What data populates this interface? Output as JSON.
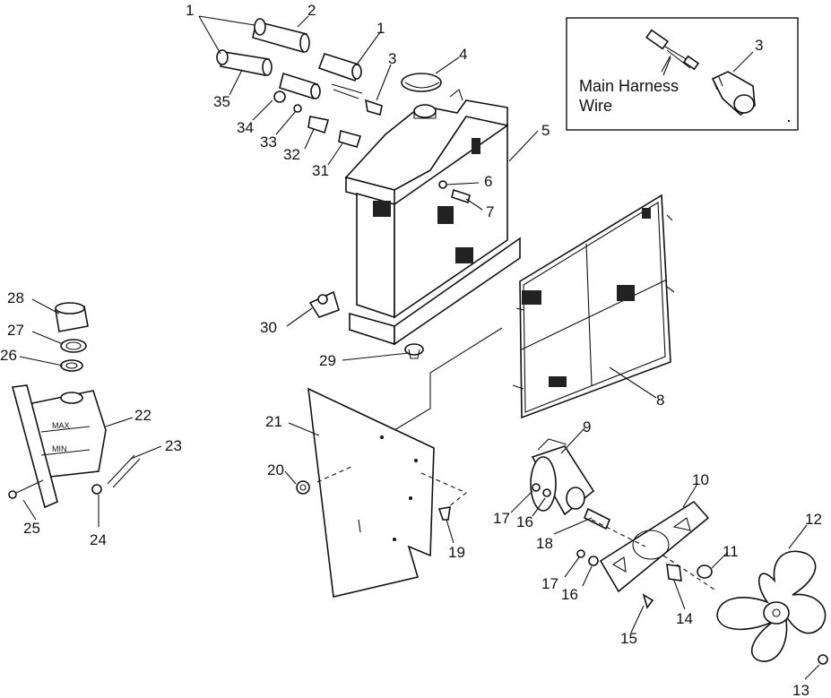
{
  "inset": {
    "label_line1": "Main Harness",
    "label_line2": "Wire",
    "part_number": "3"
  },
  "tank": {
    "max_label": "MAX",
    "min_label": "MIN"
  },
  "callouts": {
    "c1a": "1",
    "c2": "2",
    "c1b": "1",
    "c3a": "3",
    "c4": "4",
    "c35": "35",
    "c34": "34",
    "c33": "33",
    "c32": "32",
    "c31": "31",
    "c5": "5",
    "c6": "6",
    "c7": "7",
    "c8": "8",
    "c28": "28",
    "c27": "27",
    "c26": "26",
    "c22": "22",
    "c23": "23",
    "c25": "25",
    "c24": "24",
    "c30": "30",
    "c29": "29",
    "c21": "21",
    "c20": "20",
    "c19": "19",
    "c9": "9",
    "c17a": "17",
    "c16a": "16",
    "c18": "18",
    "c10": "10",
    "c11": "11",
    "c17b": "17",
    "c16b": "16",
    "c14": "14",
    "c15": "15",
    "c12": "12",
    "c13": "13"
  }
}
